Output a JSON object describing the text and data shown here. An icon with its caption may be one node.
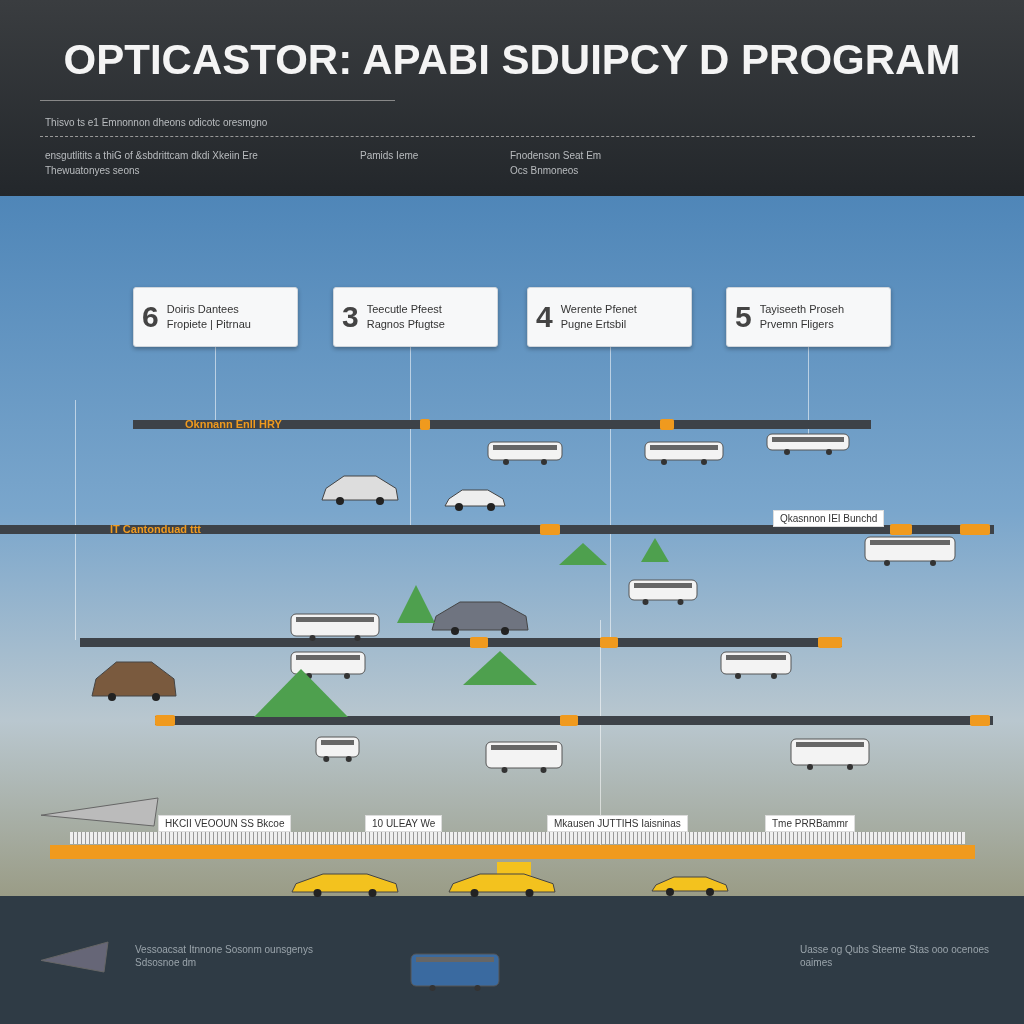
{
  "diagram": {
    "title": "OPTICASTOR: APABI SDUIPCY D PROGRAM",
    "nodes": [
      {
        "text": [
          "6",
          "Doiris Dantees",
          "Fropiete | Pitrnau"
        ]
      },
      {
        "text": [
          "3",
          "Teecutle Pfeest",
          "Ragnos Pfugtse"
        ]
      },
      {
        "text": [
          "4",
          "Werente Pfenet",
          "Pugne Ertsbil"
        ]
      },
      {
        "text": [
          "5",
          "Tayiseeth Proseh",
          "Prvemn Fligers"
        ]
      }
    ],
    "labels": [
      "Thisvo ts e1 Emnonnon dheons odicotc oresmgno",
      "ensgutlitits a thiG of &sbdrittcam dkdi Xkeiin Ere",
      "Pamids Ieme",
      "Fnodenson Seat Em",
      "Thewuatonyes seons",
      "Ocs Bnmoneos",
      "Oknnann Enll HRY",
      "IT Cantonduad ttt",
      "Qkasnnon IEI Bunchd",
      "HKCII VEOOUN SS Bkcoe",
      "10 ULEAY We",
      "Mkausen JUTTIHS Iaisninas",
      "Tme PRRBammr",
      "Vessoacsat Itnnone Sosonm ounsgenys Sdsosnoe dm",
      "Uasse og Qubs Steeme Stas ooo ocenoes oaimes"
    ]
  }
}
